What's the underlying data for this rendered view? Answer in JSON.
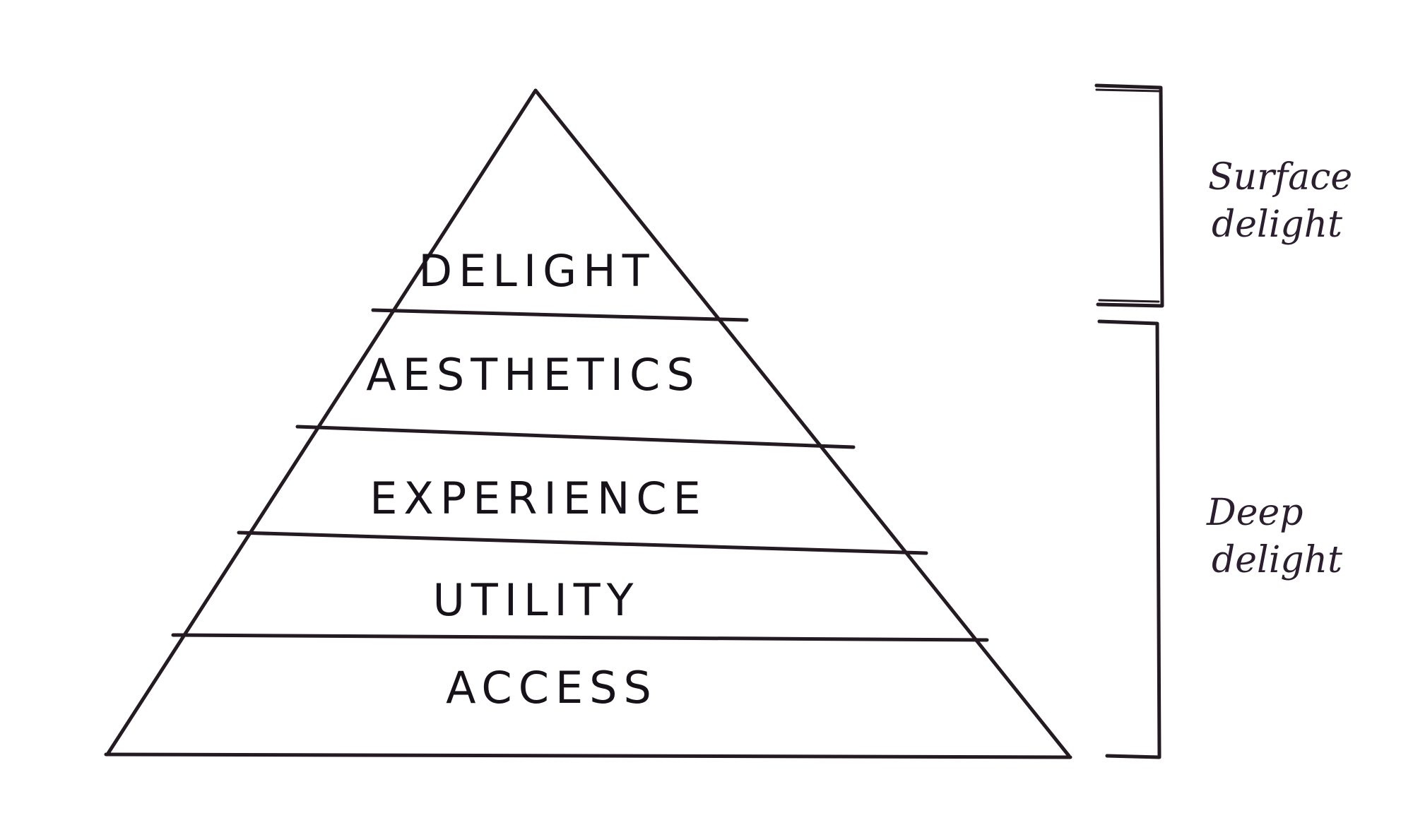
{
  "pyramid": {
    "layers": [
      {
        "label": "DELIGHT"
      },
      {
        "label": "AESTHETICS"
      },
      {
        "label": "EXPERIENCE"
      },
      {
        "label": "UTILITY"
      },
      {
        "label": "ACCESS"
      }
    ]
  },
  "groups": {
    "surface": {
      "line1": "Surface",
      "line2": "delight"
    },
    "deep": {
      "line1": "Deep",
      "line2": "delight"
    }
  },
  "colors": {
    "ink": "#231a22",
    "background": "#ffffff"
  }
}
